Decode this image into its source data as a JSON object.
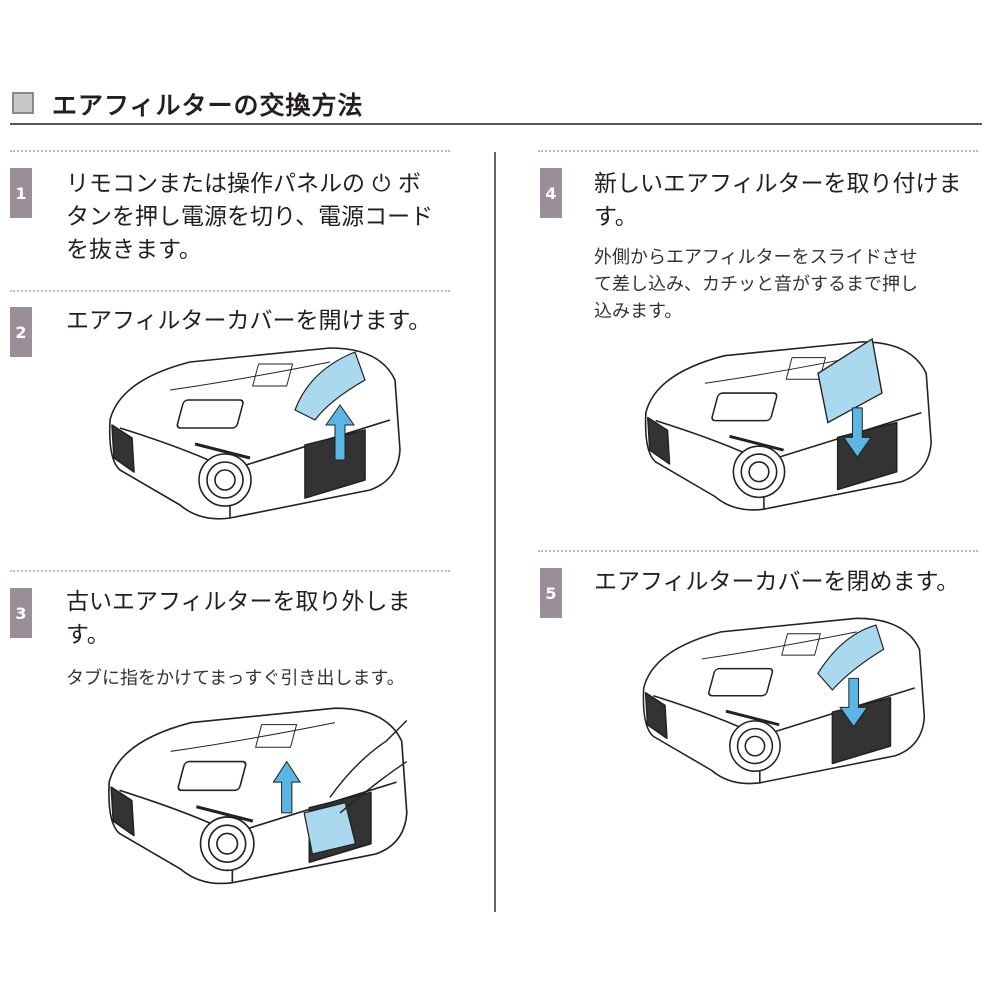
{
  "title": "エアフィルターの交換方法",
  "steps": [
    {
      "number": "1",
      "lines": [
        "リモコンまたは操作パネルの ⏻ ボ",
        "タンを押し電源を切り、電源コード",
        "を抜きます。"
      ]
    },
    {
      "number": "2",
      "lines": [
        "エアフィルターカバーを開けます。"
      ]
    },
    {
      "number": "3",
      "lines": [
        "古いエアフィルターを取り外しま",
        "す。"
      ],
      "sub": [
        "タブに指をかけてまっすぐ引き出します。"
      ]
    },
    {
      "number": "4",
      "lines": [
        "新しいエアフィルターを取り付けま",
        "す。"
      ],
      "sub": [
        "外側からエアフィルターをスライドさせ",
        "て差し込み、カチッと音がするまで押し",
        "込みます。"
      ]
    },
    {
      "number": "5",
      "lines": [
        "エアフィルターカバーを閉めます。"
      ]
    }
  ],
  "colors": {
    "badge": "#9a8f98",
    "cover": "#a9d8ef",
    "arrow": "#5bb5e5"
  }
}
